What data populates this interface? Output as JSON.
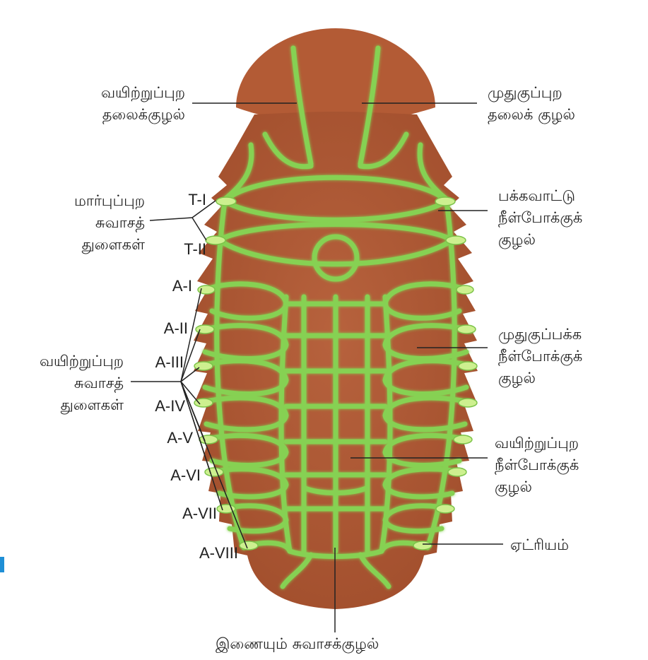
{
  "labels": {
    "ventral_head_tube": [
      "வயிற்றுப்புற",
      "தலைக்குழல்"
    ],
    "dorsal_head_tube": [
      "முதுகுப்புற",
      "தலைக்  குழல்"
    ],
    "thoracic_spiracles": [
      "மார்புப்புற",
      "சுவாசத்",
      "துளைகள்"
    ],
    "lateral_longitudinal_tube": [
      "பக்கவாட்டு",
      "நீள்போக்குக்",
      "குழல்"
    ],
    "dorsolateral_longitudinal_tube": [
      "முதுகுப்பக்க",
      "நீள்போக்குக்",
      "குழல்"
    ],
    "abdominal_spiracles": [
      "வயிற்றுப்புற",
      "சுவாசத்",
      "துளைகள்"
    ],
    "ventral_longitudinal_tube": [
      "வயிற்றுப்புற",
      "நீள்போக்குக்",
      "குழல்"
    ],
    "atrium": [
      "ஏட்ரியம்"
    ],
    "connecting_tube": [
      "இணையும்  சுவாசக்குழல்"
    ]
  },
  "segments": [
    "T-I",
    "T-II",
    "A-I",
    "A-II",
    "A-III",
    "A-IV",
    "A-V",
    "A-VI",
    "A-VII",
    "A-VIII"
  ],
  "colors": {
    "body": "#b05a36",
    "body_edge": "#9a4a2a",
    "trachea": "#8ed65a",
    "trachea_glow": "#d9f7a8",
    "leader": "#222222",
    "accent": "#1f8fd6"
  }
}
